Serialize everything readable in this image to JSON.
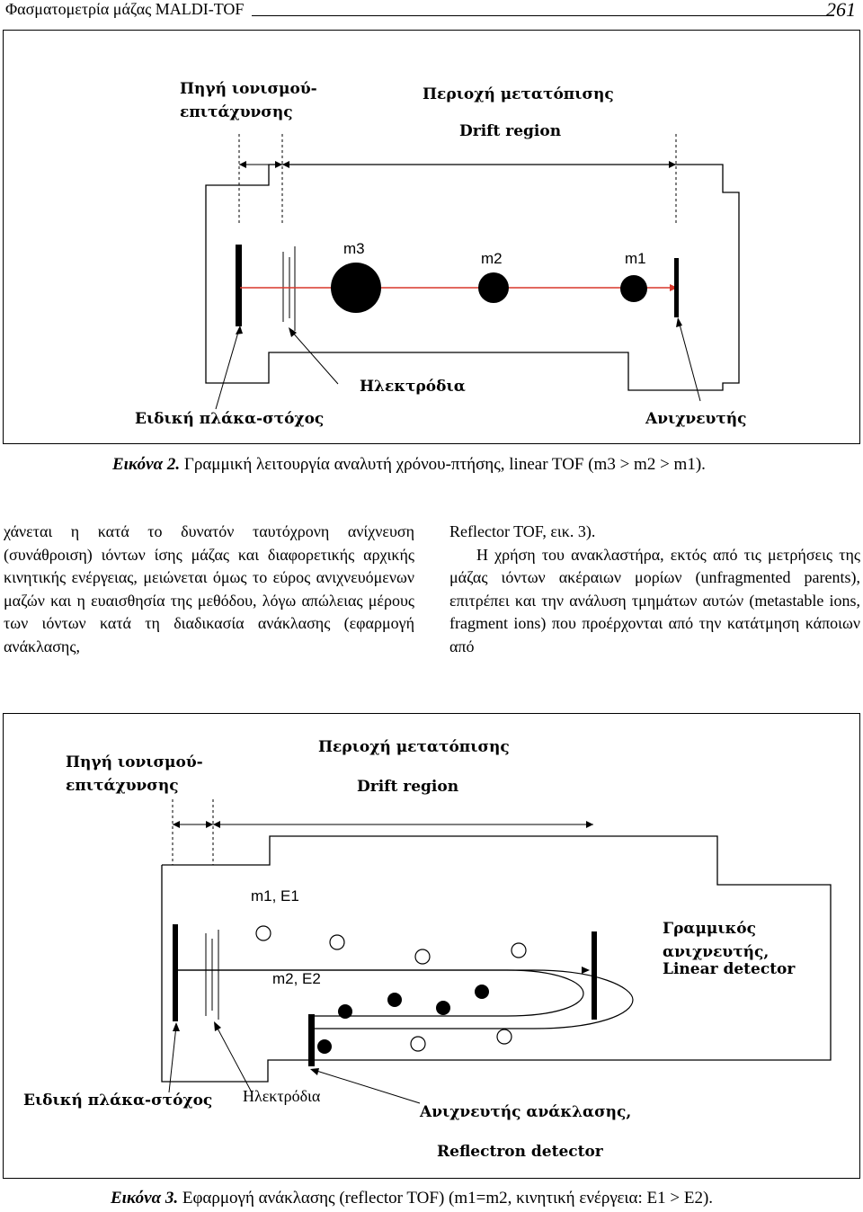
{
  "header": {
    "title": "Φασματομετρία μάζας MALDI-TOF",
    "page_number": "261"
  },
  "figure2": {
    "source_label_line1": "Πηγή ιονισμού-",
    "source_label_line2": "επιτάχυνσης",
    "drift_label_gr": "Περιοχή μετατόπισης",
    "drift_label_en": "Drift region",
    "ion_m3": "m3",
    "ion_m2": "m2",
    "ion_m1": "m1",
    "electrodes": "Ηλεκτρόδια",
    "target_plate": "Ειδική πλάκα-στόχος",
    "detector": "Ανιχνευτής",
    "caption_label": "Εικόνα 2.",
    "caption_text": " Γραμμική λειτουργία αναλυτή χρόνου-πτήσης, linear TOF (m3 > m2 > m1)."
  },
  "body_text": {
    "left_column": "χάνεται η κατά το δυνατόν ταυτόχρονη ανίχνευση (συνάθροιση) ιόντων ίσης μάζας και διαφορετικής αρχικής κινητικής ενέργειας, μειώνεται όμως το εύρος ανιχνευόμενων μαζών και η ευαισθησία της μεθόδου, λόγω απώλειας μέρους των ιόντων κατά τη διαδικασία ανάκλασης (εφαρμογή ανάκλασης,",
    "right_line1": "Reflector TOF, εικ. 3).",
    "right_paragraph": "Η χρήση του ανακλαστήρα, εκτός από τις μετρήσεις της μάζας ιόντων ακέραιων μορίων (unfragmented parents), επιτρέπει και την ανάλυση τμημάτων αυτών (metastable ions, fragment ions) που προέρχονται από την κατάτμηση κάποιων από"
  },
  "figure3": {
    "source_label_line1": "Πηγή ιονισμού-",
    "source_label_line2": "επιτάχυνσης",
    "drift_label_gr": "Περιοχή μετατόπισης",
    "drift_label_en": "Drift region",
    "ion_group1": "m1, E1",
    "ion_group2": "m2, E2",
    "linear_detector_gr": "Γραμμικός ανιχνευτής,",
    "linear_detector_en": "Linear detector",
    "target_plate": "Ειδική πλάκα-στόχος",
    "electrodes": "Ηλεκτρόδια",
    "reflectron_gr": "Ανιχνευτής ανάκλασης,",
    "reflectron_en": "Reflectron detector",
    "caption_label": "Εικόνα 3.",
    "caption_text": " Εφαρμογή ανάκλασης (reflector TOF) (m1=m2, κινητική ενέργεια: E1 > E2)."
  },
  "colors": {
    "ion_path": "#d9372a",
    "ink": "#000000"
  }
}
